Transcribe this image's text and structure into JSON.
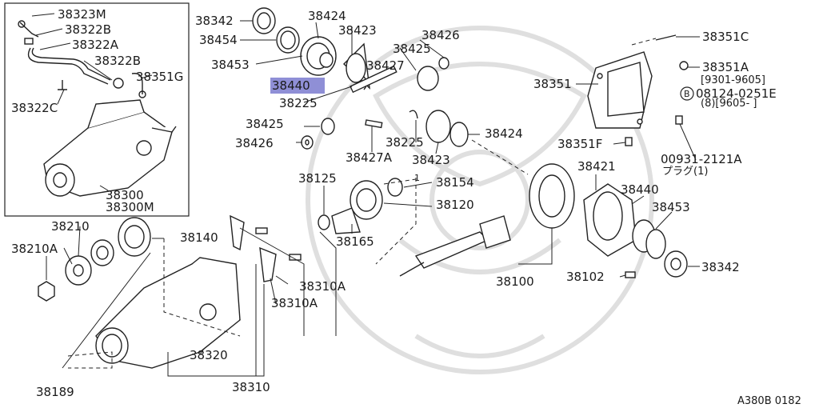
{
  "diagram_id": "A380B 0182",
  "highlighted_part": "38440",
  "colors": {
    "line": "#222222",
    "highlight": "#8f8fd6",
    "watermark": "#d9d9d9"
  },
  "labels": {
    "p38323M": "38323M",
    "p38322B_a": "38322B",
    "p38322A": "38322A",
    "p38322B_b": "38322B",
    "p38351G": "38351G",
    "p38322C": "38322C",
    "p38300": "38300",
    "p38300M": "38300M",
    "p38342_a": "38342",
    "p38424_a": "38424",
    "p38454": "38454",
    "p38423_a": "38423",
    "p38453_a": "38453",
    "p38440_a": "38440",
    "p38427": "38427",
    "p38225_a": "38225",
    "p38426_a": "38426",
    "p38425_a": "38425",
    "p38425_b": "38425",
    "p38426_b": "38426",
    "p38427A": "38427A",
    "p38225_b": "38225",
    "p38423_b": "38423",
    "p38424_b": "38424",
    "p38351C": "38351C",
    "p38351A": "38351A",
    "p38351A_range": "[9301-9605]",
    "p_b_circle": "B",
    "p08124": "08124-0251E",
    "p08124_range": "(8)[9605-     ]",
    "p38351": "38351",
    "p38351F": "38351F",
    "p00931": "00931-2121A",
    "p00931_note": "プラグ(1)",
    "p38125": "38125",
    "p38154": "38154",
    "p38120": "38120",
    "p38165": "38165",
    "p38421": "38421",
    "p38440_b": "38440",
    "p38453_b": "38453",
    "p38342_b": "38342",
    "p38102": "38102",
    "p38100": "38100",
    "p38210": "38210",
    "p38210A": "38210A",
    "p38140": "38140",
    "p38310A_a": "38310A",
    "p38310A_b": "38310A",
    "p38320": "38320",
    "p38310": "38310",
    "p38189": "38189",
    "p1_marker": "1"
  }
}
